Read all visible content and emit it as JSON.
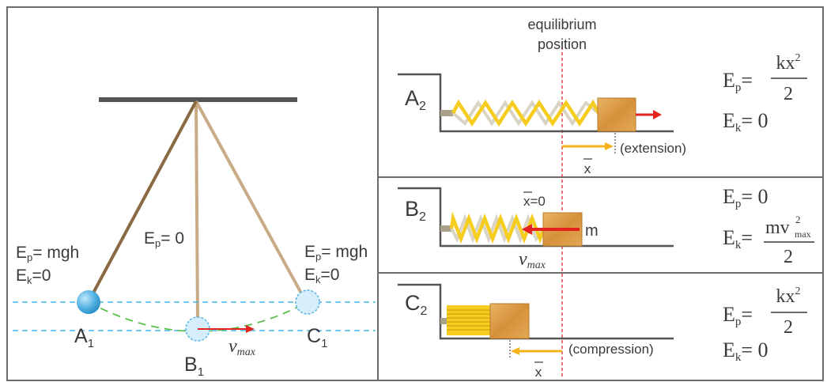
{
  "pendulum": {
    "A1": {
      "label": "A",
      "sub": "1",
      "ep": "E",
      "ep_sub": "p",
      "ep_val": "= mgh",
      "ek": "E",
      "ek_sub": "k",
      "ek_val": "=0"
    },
    "B1": {
      "label": "B",
      "sub": "1",
      "ep": "E",
      "ep_sub": "p",
      "ep_val": "= 0",
      "velocity": "v",
      "velocity_sub": "max"
    },
    "C1": {
      "label": "C",
      "sub": "1",
      "ep": "E",
      "ep_sub": "p",
      "ep_val": "= mgh",
      "ek": "E",
      "ek_sub": "k",
      "ek_val": "=0"
    }
  },
  "springs": {
    "equilibrium": {
      "line1": "equilibrium",
      "line2": "position"
    },
    "A2": {
      "label": "A",
      "sub": "2",
      "x_label": "x",
      "note": "(extension)",
      "ep": "E",
      "ep_sub": "p",
      "ep_eq": "=",
      "ep_num": "kx",
      "ep_num_sup": "2",
      "ep_den": "2",
      "ek": "E",
      "ek_sub": "k",
      "ek_val": "= 0"
    },
    "B2": {
      "label": "B",
      "sub": "2",
      "x_label": "x",
      "x_val": "=0",
      "mass": "m",
      "velocity": "v",
      "velocity_sub": "max",
      "ep": "E",
      "ep_sub": "p",
      "ep_val": "= 0",
      "ek": "E",
      "ek_sub": "k",
      "ek_eq": "=",
      "ek_num": "mv",
      "ek_num_sup": "2",
      "ek_num_sub": "max",
      "ek_den": "2"
    },
    "C2": {
      "label": "C",
      "sub": "2",
      "x_label": "x",
      "note": "(compression)",
      "ep": "E",
      "ep_sub": "p",
      "ep_eq": "=",
      "ep_num": "kx",
      "ep_num_sup": "2",
      "ep_den": "2",
      "ek": "E",
      "ek_sub": "k",
      "ek_val": "= 0"
    }
  },
  "colors": {
    "frame": "#6b6b6b",
    "ceiling": "#555555",
    "rod_dark": "#8a6a42",
    "rod_light": "#c9ab86",
    "ball": "#5ab7e6",
    "ball_ghost": "#d6eefb",
    "dash_level": "#44b8ec",
    "dash_path": "#5cbf4e",
    "arrow_red": "#e42320",
    "arrow_yellow": "#f5b21a",
    "spring": "#f6cd1f",
    "block": "#dc9b45",
    "equilibrium_line": "#e23a48"
  }
}
